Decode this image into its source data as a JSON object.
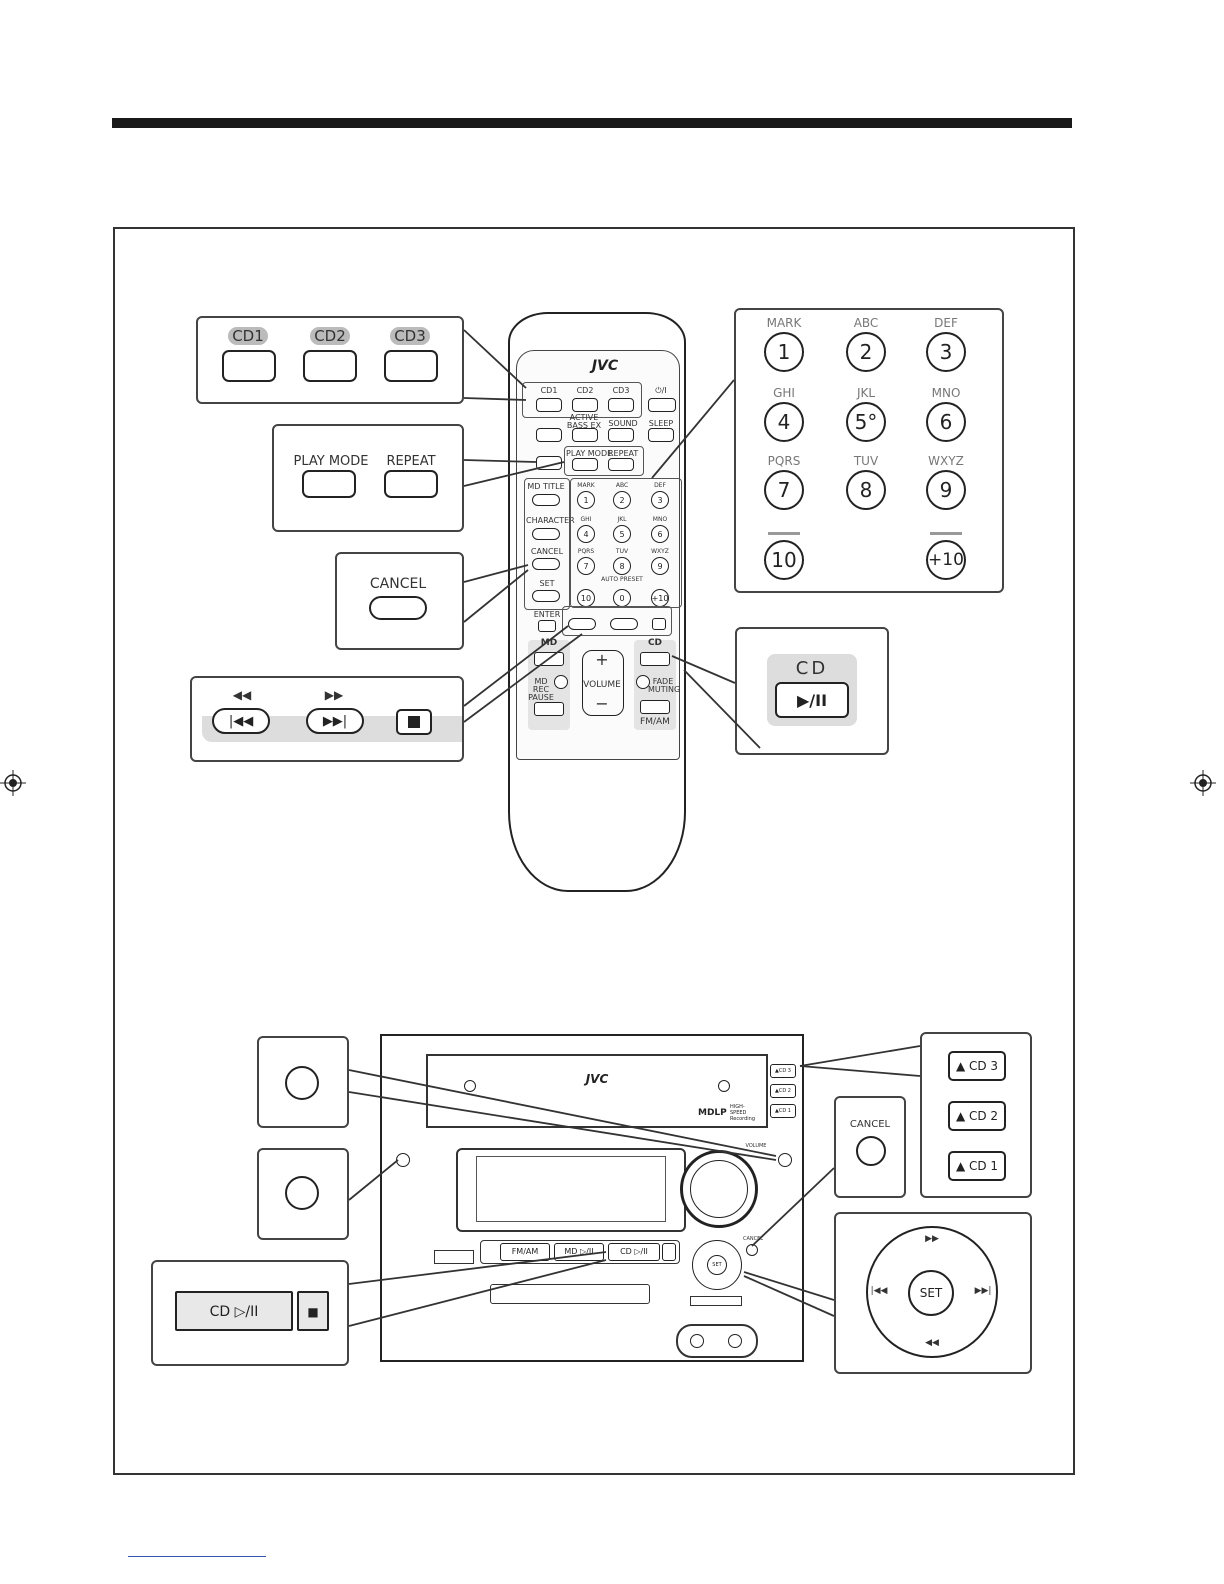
{
  "remote": {
    "brand": "JVC",
    "cd_buttons": [
      "CD1",
      "CD2",
      "CD3"
    ],
    "power_label": "⏻/I",
    "active_bass": "ACTIVE BASS EX",
    "sound": "SOUND",
    "sleep": "SLEEP",
    "play_mode": "PLAY MODE",
    "repeat": "REPEAT",
    "md_title": "MD TITLE",
    "character": "CHARACTER",
    "cancel": "CANCEL",
    "set": "SET",
    "enter": "ENTER",
    "auto_preset": "AUTO PRESET",
    "md": "MD",
    "cd": "CD",
    "volume": "VOLUME",
    "md_rec_pause": "MD REC PAUSE",
    "fade_muting": "FADE MUTING",
    "fm_am": "FM/AM",
    "keypad": [
      {
        "letters": "MARK",
        "digit": "1"
      },
      {
        "letters": "ABC",
        "digit": "2"
      },
      {
        "letters": "DEF",
        "digit": "3"
      },
      {
        "letters": "GHI",
        "digit": "4"
      },
      {
        "letters": "JKL",
        "digit": "5"
      },
      {
        "letters": "MNO",
        "digit": "6"
      },
      {
        "letters": "PQRS",
        "digit": "7"
      },
      {
        "letters": "TUV",
        "digit": "8"
      },
      {
        "letters": "WXYZ",
        "digit": "9"
      },
      {
        "letters": "",
        "digit": "10"
      },
      {
        "letters": "",
        "digit": "0"
      },
      {
        "letters": "",
        "digit": "+10"
      }
    ]
  },
  "callouts": {
    "cd_group": [
      "CD1",
      "CD2",
      "CD3"
    ],
    "play_mode": "PLAY MODE",
    "repeat": "REPEAT",
    "cancel": "CANCEL",
    "transport_rew": "◀◀",
    "transport_ff": "▶▶",
    "transport_prev": "|◀◀",
    "transport_next": "▶▶|",
    "cd_play_title": "CD",
    "cd_play_symbol": "▶/II",
    "keypad": [
      {
        "letters": "MARK",
        "digit": "1"
      },
      {
        "letters": "ABC",
        "digit": "2"
      },
      {
        "letters": "DEF",
        "digit": "3"
      },
      {
        "letters": "GHI",
        "digit": "4"
      },
      {
        "letters": "JKL",
        "digit": "5°"
      },
      {
        "letters": "MNO",
        "digit": "6"
      },
      {
        "letters": "PQRS",
        "digit": "7"
      },
      {
        "letters": "TUV",
        "digit": "8"
      },
      {
        "letters": "WXYZ",
        "digit": "9"
      }
    ],
    "ten": "10",
    "plus_ten": "+10",
    "unit_eject": [
      "▲ CD 3",
      "▲ CD 2",
      "▲ CD 1"
    ],
    "unit_cancel": "CANCEL",
    "unit_cd_play": "CD ▷/II",
    "unit_stop": "■",
    "dial_set": "SET",
    "dial_up": "▶▶",
    "dial_down": "◀◀",
    "dial_left": "|◀◀",
    "dial_right": "▶▶|"
  },
  "unit": {
    "brand": "JVC",
    "mdlp": "MDLP",
    "fm_am": "FM/AM",
    "md_play": "MD ▷/II",
    "cd_play": "CD ▷/II",
    "set": "SET",
    "volume": "VOLUME",
    "cancel": "CANCEL",
    "eject_small": [
      "▲CD 3",
      "▲CD 2",
      "▲CD 1"
    ],
    "high_speed": "HIGH-SPEED Recording"
  }
}
